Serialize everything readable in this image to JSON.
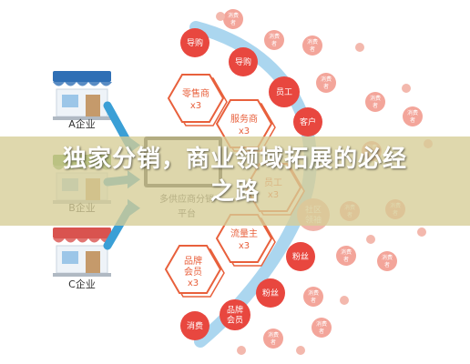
{
  "companies": [
    {
      "label": "A企业",
      "roof_color": "#2f6fb5"
    },
    {
      "label": "B企业",
      "roof_color": "#5a9a3c"
    },
    {
      "label": "C企业",
      "roof_color": "#d9534f"
    }
  ],
  "platform": {
    "line1": "多供应商分销",
    "line2": "平台"
  },
  "hexagons": [
    {
      "line1": "零售商",
      "line2": "x3"
    },
    {
      "line1": "服务商",
      "line2": "x3"
    },
    {
      "line1": "员工",
      "line2": "x3"
    },
    {
      "line1": "流量主",
      "line2": "x3"
    },
    {
      "line1": "品牌",
      "line2": "会员",
      "line3": "x3"
    }
  ],
  "nodes": {
    "guide": "导购",
    "staff": "员工",
    "customer": "客户",
    "community": "社区",
    "community2": "领袖",
    "fans": "粉丝",
    "member": "会员",
    "brand": "品牌",
    "consumer_1": "消费",
    "consumer_2": "者"
  },
  "headline": {
    "line1": "独家分销，商业领域拓展的必经",
    "line2": "之路"
  },
  "colors": {
    "arrow": "#3a9fd6",
    "hexagon_stroke": "#e8603c",
    "node_fill": "#e8473f",
    "node_light": "#f3a59a",
    "ring": "#8fc8ea"
  }
}
